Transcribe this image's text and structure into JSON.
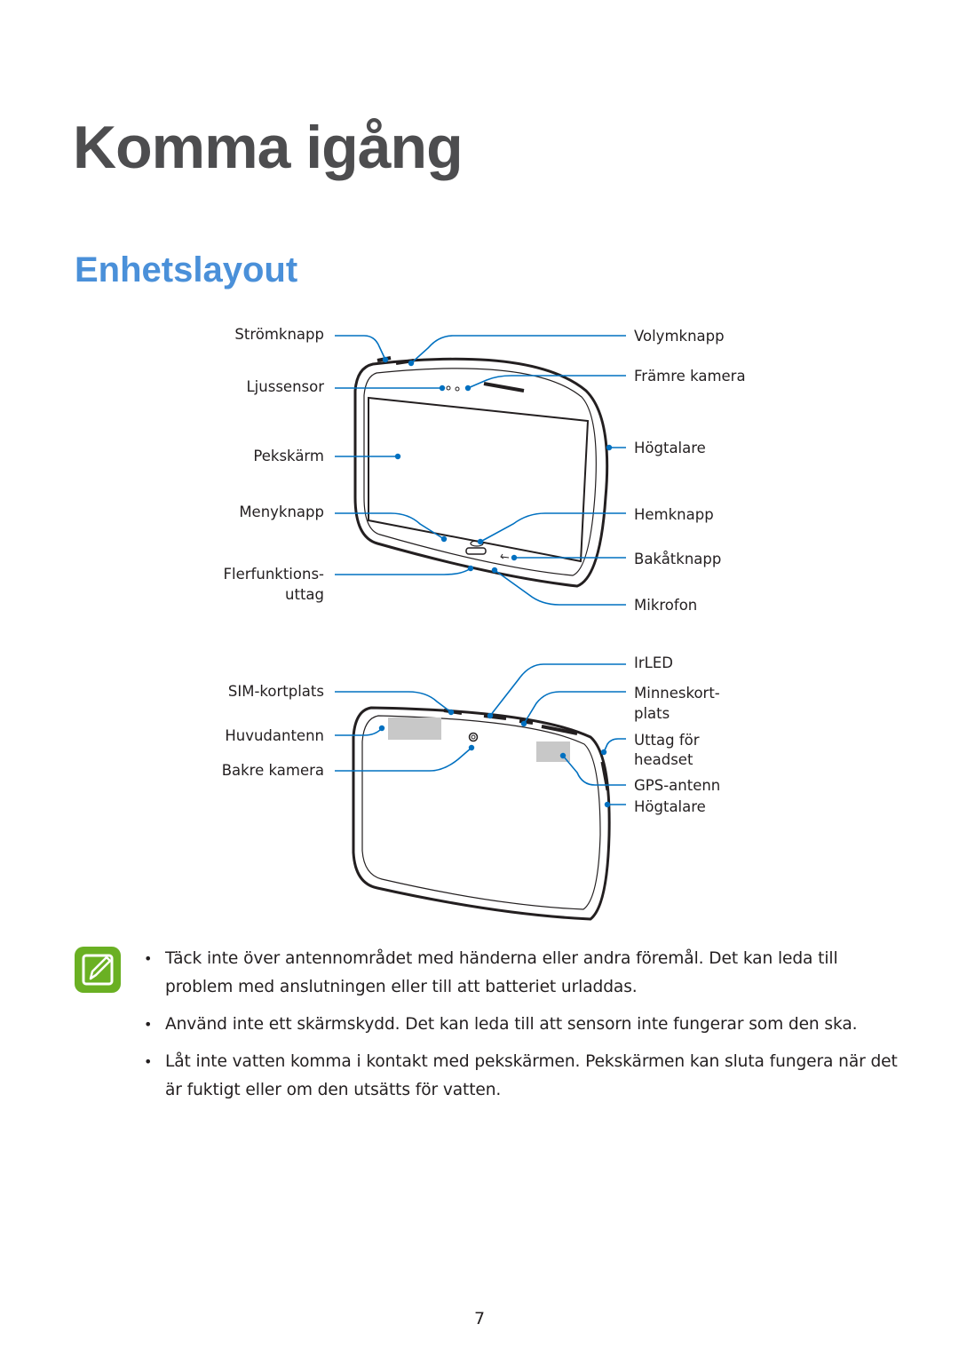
{
  "page": {
    "chapter_title": "Komma igång",
    "section_title": "Enhetslayout",
    "page_number": "7"
  },
  "front_labels": {
    "left": {
      "power_key": "Strömknapp",
      "light_sensor": "Ljussensor",
      "touch_screen": "Pekskärm",
      "menu_key": "Menyknapp",
      "multipurpose_jack_1": "Flerfunktions-",
      "multipurpose_jack_2": "uttag"
    },
    "right": {
      "volume_key": "Volymknapp",
      "front_camera": "Främre kamera",
      "speaker": "Högtalare",
      "home_key": "Hemknapp",
      "back_key": "Bakåtknapp",
      "microphone": "Mikrofon"
    }
  },
  "back_labels": {
    "left": {
      "sim_slot": "SIM-kortplats",
      "main_antenna": "Huvudantenn",
      "rear_camera": "Bakre kamera"
    },
    "right": {
      "irled": "IrLED",
      "memory_slot_1": "Minneskort-",
      "memory_slot_2": "plats",
      "headset_jack_1": "Uttag för",
      "headset_jack_2": "headset",
      "gps_antenna": "GPS-antenn",
      "speaker": "Högtalare"
    }
  },
  "notes": [
    "Täck inte över antennområdet med händerna eller andra föremål. Det kan leda till problem med anslutningen eller till att batteriet urladdas.",
    "Använd inte ett skärmskydd. Det kan leda till att sensorn inte fungerar som den ska.",
    "Låt inte vatten komma i kontakt med pekskärmen. Pekskärmen kan sluta fungera när det är fuktigt eller om den utsätts för vatten."
  ],
  "colors": {
    "chapter_title": "#4d4d4f",
    "section_title": "#4a90d9",
    "callout": "#0070c0",
    "note_icon": "#6ab023"
  },
  "icons": {
    "note": "note-pencil-icon",
    "bullet": "•"
  }
}
